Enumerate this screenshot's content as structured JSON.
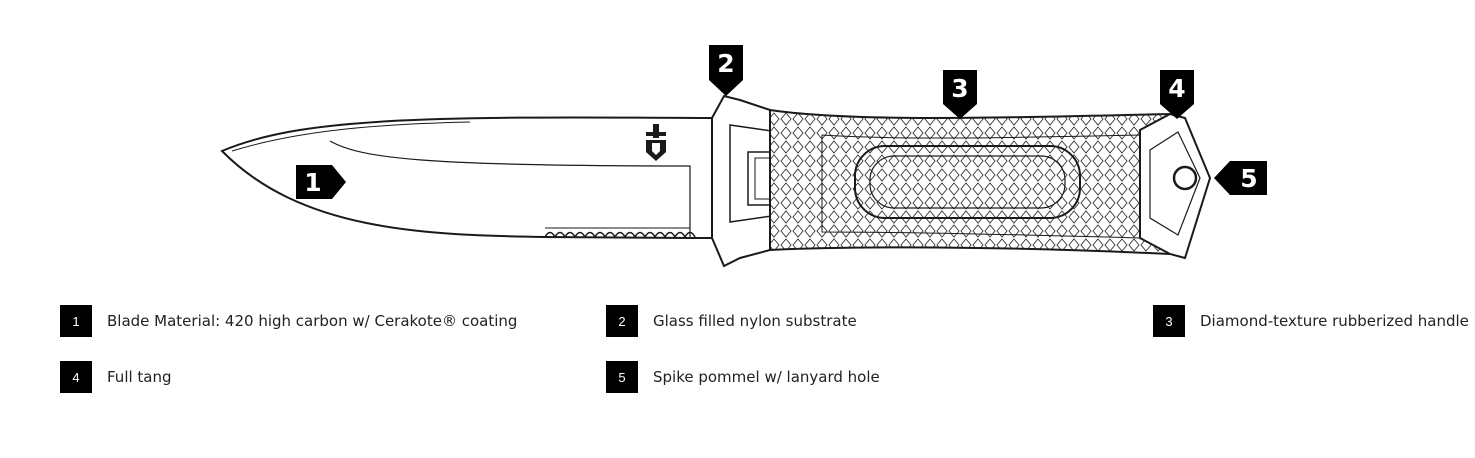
{
  "callouts": [
    {
      "number": "1",
      "label": "Blade Material: 420 high carbon w/ Cerakote® coating"
    },
    {
      "number": "2",
      "label": "Glass filled nylon substrate"
    },
    {
      "number": "3",
      "label": "Diamond-texture rubberized handle"
    },
    {
      "number": "4",
      "label": "Full tang"
    },
    {
      "number": "5",
      "label": "Spike pommel w/ lanyard hole"
    }
  ],
  "colors": {
    "line": "#1a1a1a",
    "badge": "#000000",
    "fill": "#ffffff"
  },
  "icons": [
    "knife-diagram",
    "gerber-logo-icon",
    "lanyard-hole-icon"
  ]
}
